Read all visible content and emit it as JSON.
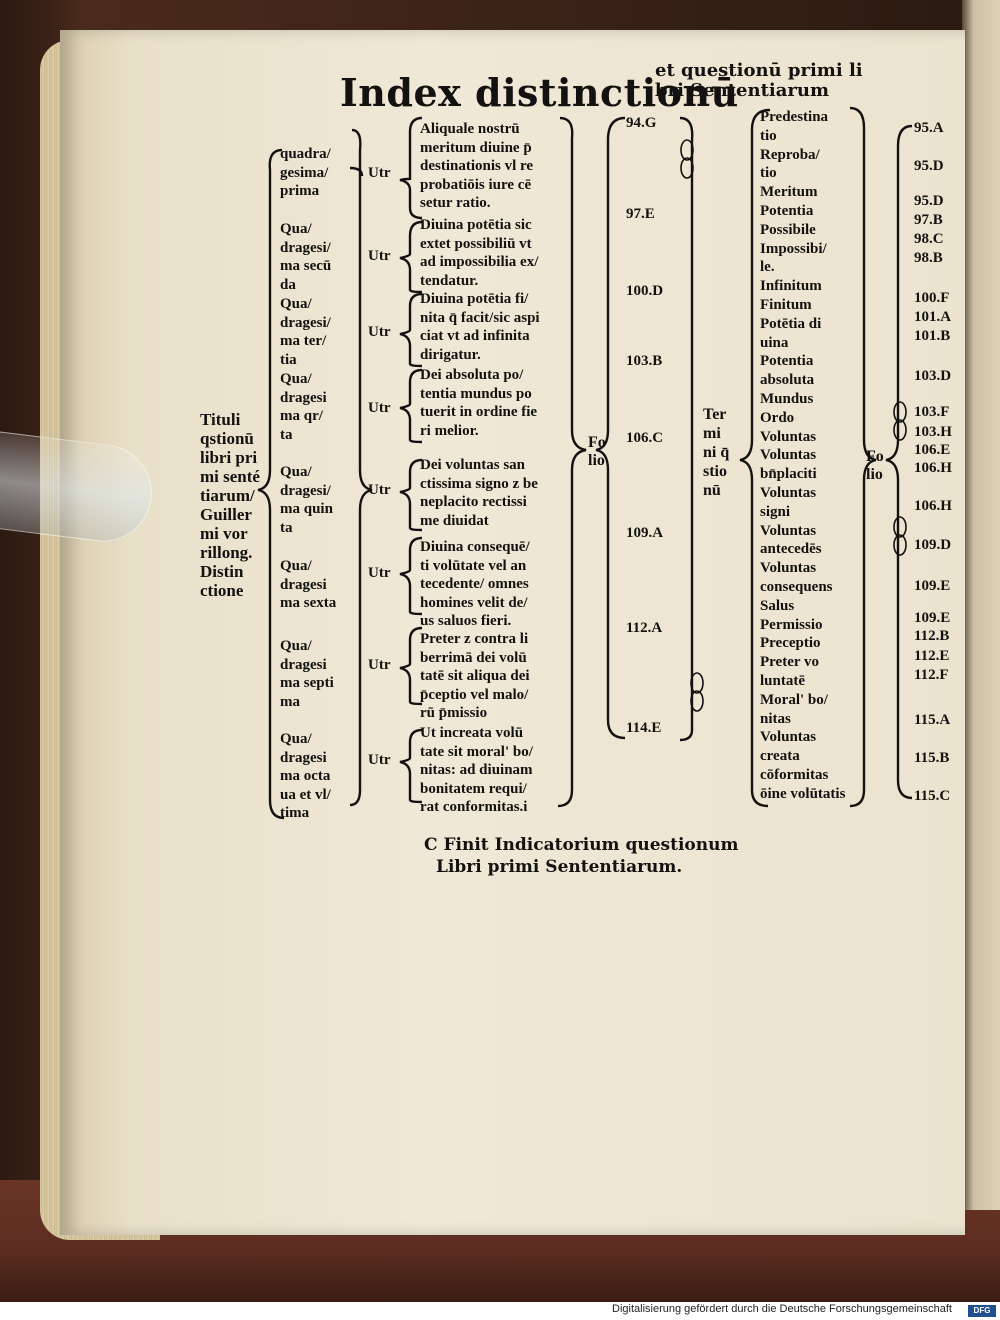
{
  "header": {
    "title_main": "Index distinctionū",
    "title_sub_line1": "et questionū primi li",
    "title_sub_line2": "bri Sententiarum"
  },
  "titulus": {
    "lines": [
      "Tituli",
      "qstionū",
      "libri pri",
      "mi senté",
      "tiarum/",
      "Guiller",
      "mi vor",
      "rillong.",
      "Distin",
      "ctione"
    ]
  },
  "distinctions": [
    {
      "lines": [
        "quadra/",
        "gesima/",
        "prima"
      ]
    },
    {
      "lines": [
        "Qua/",
        "dragesi/",
        "ma secū",
        "da"
      ]
    },
    {
      "lines": [
        "Qua/",
        "dragesi/",
        "ma ter/",
        "tia"
      ]
    },
    {
      "lines": [
        "Qua/",
        "dragesi",
        "ma qr/",
        "ta"
      ]
    },
    {
      "lines": [
        "Qua/",
        "dragesi/",
        "ma quin",
        "ta"
      ]
    },
    {
      "lines": [
        "Qua/",
        "dragesi",
        "ma sexta"
      ]
    },
    {
      "lines": [
        "Qua/",
        "dragesi",
        "ma septi",
        "ma"
      ]
    },
    {
      "lines": [
        "Qua/",
        "dragesi",
        "ma octa",
        "ua et vl/",
        "tima"
      ]
    }
  ],
  "utrum_label": "Utr",
  "questions": [
    {
      "lines": [
        "Aliquale nostrū",
        "meritum diuine p̄",
        "destinationis vl re",
        "probatiōis iure cē",
        "setur ratio."
      ]
    },
    {
      "lines": [
        "Diuina potētia sic",
        "extet possibiliū vt",
        "ad impossibilia ex/",
        "tendatur."
      ]
    },
    {
      "lines": [
        "Diuina potētia fi/",
        "nita q̄ facit/sic aspi",
        "ciat vt ad infinita",
        "dirigatur."
      ]
    },
    {
      "lines": [
        "Dei absoluta po/",
        "tentia mundus po",
        "tuerit in ordine fie",
        "ri melior."
      ]
    },
    {
      "lines": [
        "Dei voluntas san",
        "ctissima signo z be",
        "neplacito rectissi",
        "me diuidat"
      ]
    },
    {
      "lines": [
        "Diuina consequē/",
        "ti volūtate vel an",
        "tecedente/ omnes",
        "homines velit de/",
        "us saluos fieri."
      ]
    },
    {
      "lines": [
        "Preter z contra li",
        "berrimā dei volū",
        "tatē sit aliqua dei",
        "p̄ceptio vel malo/",
        "rū p̄missio"
      ]
    },
    {
      "lines": [
        "Ut increata volū",
        "tate sit moral' bo/",
        "nitas: ad diuinam",
        "bonitatem requi/",
        "rat conformitas.i"
      ]
    }
  ],
  "folio_label_left": [
    "Fo",
    "lio"
  ],
  "folio_numbers_left": [
    "94.G",
    "97.E",
    "100.D",
    "103.B",
    "106.C",
    "109.A",
    "112.A",
    "114.E"
  ],
  "termini_label": [
    "Ter",
    "mi",
    "ni q̄",
    "stio",
    "nū"
  ],
  "terms": [
    "Predestina",
    "tio",
    "Reproba/",
    "tio",
    "Meritum",
    "Potentia",
    "Possibile",
    "Impossibi/",
    "le.",
    "Infinitum",
    "Finitum",
    "Potētia di",
    "uina",
    "Potentia",
    "absoluta",
    "Mundus",
    "Ordo",
    "Voluntas",
    "Voluntas",
    "bn̄placiti",
    "Voluntas",
    "signi",
    "Voluntas",
    "antecedēs",
    "Voluntas",
    "consequens",
    "Salus",
    "Permissio",
    "Preceptio",
    "Preter vo",
    "luntatē",
    "Moral' bo/",
    "nitas",
    "Voluntas",
    "creata",
    "cōformitas",
    "ōine volūtatis"
  ],
  "folio_label_right": [
    "Fo",
    "lio"
  ],
  "folio_numbers_right": [
    "95.A",
    "95.D",
    "95.D",
    "97.B",
    "98.C",
    "98.B",
    "100.F",
    "101.A",
    "101.B",
    "103.D",
    "103.F",
    "103.H",
    "106.E",
    "106.H",
    "106.H",
    "109.D",
    "109.E",
    "109.E",
    "112.B",
    "112.E",
    "112.F",
    "115.A",
    "115.B",
    "115.C"
  ],
  "finit": {
    "line1": "C Finit Indicatorium questionum",
    "line2": "Libri primi Sententiarum."
  },
  "footer": {
    "credit": "Digitalisierung gefördert durch die Deutsche Forschungsgemeinschaft",
    "badge": "DFG"
  }
}
